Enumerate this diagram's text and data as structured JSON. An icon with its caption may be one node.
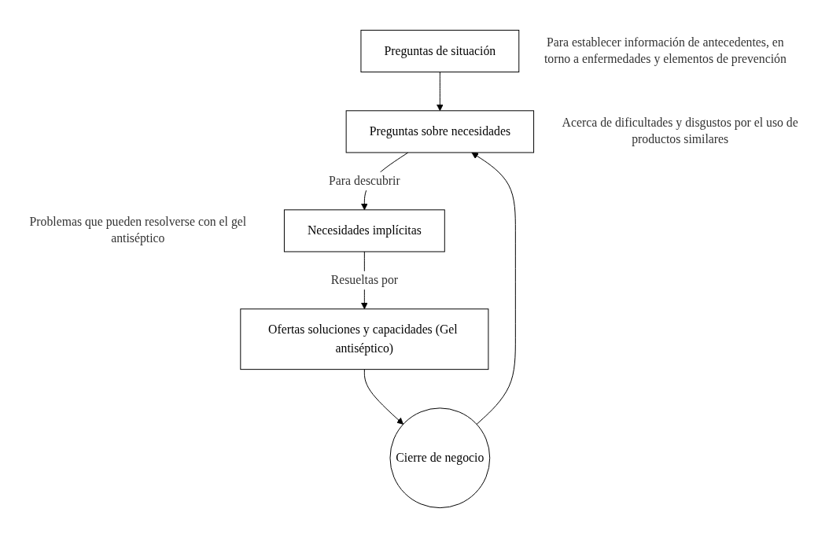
{
  "diagram": {
    "nodes": [
      {
        "text": [
          "Preguntas de situación"
        ],
        "beside": [
          "Para establecer información de antecedentes, en torno a enfermedades y elementos de prevención"
        ]
      },
      {
        "text": [
          "Preguntas sobre necesidades"
        ],
        "beside": [
          "Acerca de dificultades y disgustos por el uso de productos similares"
        ]
      },
      {
        "text": [
          "Necesidades implícitas"
        ],
        "beside": [
          "Problemas que pueden resolverse con el gel antiséptico"
        ]
      },
      {
        "text": [
          "Ofertas soluciones y capacidades (Gel antiséptico)"
        ]
      },
      {
        "text": [
          "Cierre de negocio"
        ]
      }
    ],
    "edges": [
      {
        "from": 0,
        "to": 1,
        "arrow": "to"
      },
      {
        "from": 1,
        "to": 2,
        "label": "Para descubrir",
        "arrow": "to"
      },
      {
        "from": 2,
        "to": 3,
        "label": "Resueltas por",
        "arrow": "to"
      },
      {
        "from": 3,
        "to": 4,
        "arrow": "to"
      },
      {
        "from": 4,
        "to": 1,
        "arrow": "to"
      }
    ]
  }
}
